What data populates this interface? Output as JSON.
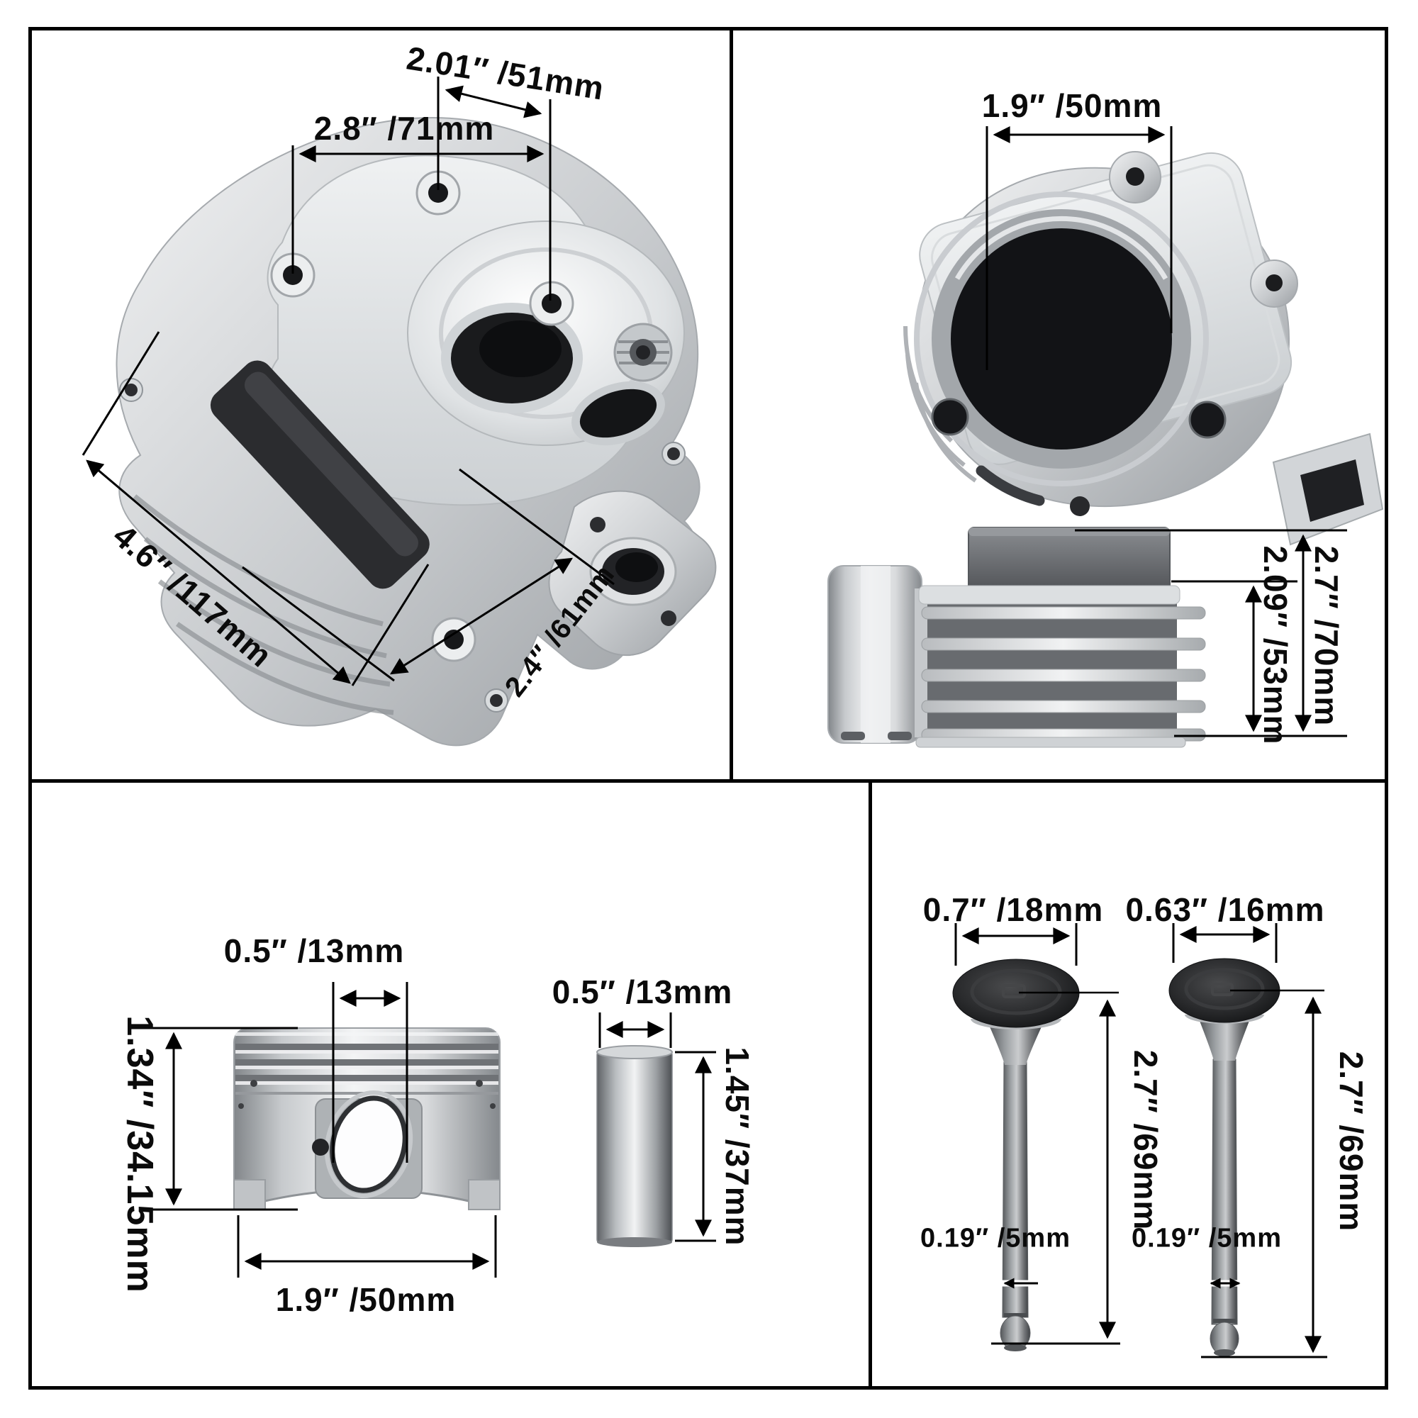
{
  "colors": {
    "background": "#ffffff",
    "line": "#000000",
    "metal_light": "#f2f3f4",
    "metal_dark": "#8d9094",
    "valve_head": "#1a1b1d"
  },
  "parts": {
    "cylinder_head": {
      "dims": {
        "bolt_span_right": "2.01″ /51mm",
        "bolt_span_left": "2.8″ /71mm",
        "width": "4.6″ /117mm",
        "depth": "2.4″ /61mm"
      }
    },
    "cylinder": {
      "dims": {
        "bore": "1.9″ /50mm",
        "fin_height": "2.09″ /53mm",
        "total_height": "2.7″ /70mm"
      }
    },
    "piston": {
      "dims": {
        "pin_bore": "0.5″ /13mm",
        "height": "1.34″ /34.15mm",
        "diameter": "1.9″ /50mm"
      }
    },
    "piston_pin": {
      "dims": {
        "diameter": "0.5″ /13mm",
        "length": "1.45″ /37mm"
      }
    },
    "valve_left": {
      "dims": {
        "head_diameter": "0.7″ /18mm",
        "length": "2.7″ /69mm",
        "stem_diameter": "0.19″ /5mm"
      }
    },
    "valve_right": {
      "dims": {
        "head_diameter": "0.63″ /16mm",
        "length": "2.7″ /69mm",
        "stem_diameter": "0.19″ /5mm"
      }
    }
  }
}
